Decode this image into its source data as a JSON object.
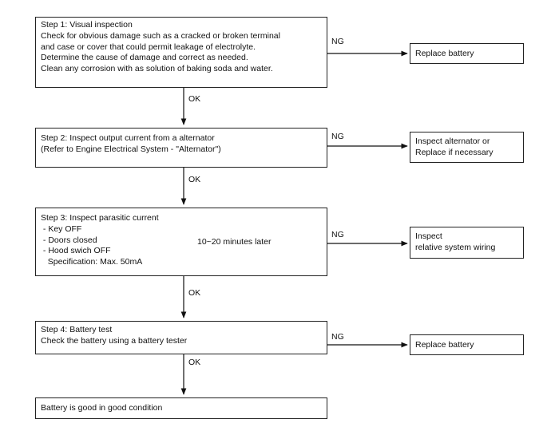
{
  "steps": [
    {
      "lines": [
        "Step 1: Visual inspection",
        "Check for obvious damage such as a cracked or broken terminal",
        "and case or cover that could permit leakage of electrolyte.",
        "Determine the cause of damage and correct as needed.",
        "Clean any corrosion with as solution of baking soda and water."
      ]
    },
    {
      "lines": [
        "Step 2: Inspect output current from a alternator",
        "(Refer to Engine Electrical System - \"Alternator\")"
      ]
    },
    {
      "lines": [
        "Step 3: Inspect parasitic current",
        " - Key OFF",
        " - Doors closed",
        " - Hood swich OFF",
        "   Specification: Max. 50mA"
      ],
      "timing": "10~20 minutes later"
    },
    {
      "lines": [
        "Step 4: Battery test",
        "Check the battery using a battery tester"
      ]
    }
  ],
  "final": "Battery is good in good condition",
  "results": [
    {
      "lines": [
        "Replace battery"
      ]
    },
    {
      "lines": [
        "Inspect alternator or",
        "Replace if necessary"
      ]
    },
    {
      "lines": [
        "Inspect",
        "relative system wiring"
      ]
    },
    {
      "lines": [
        "Replace battery"
      ]
    }
  ],
  "labels": {
    "ok": "OK",
    "ng": "NG"
  }
}
